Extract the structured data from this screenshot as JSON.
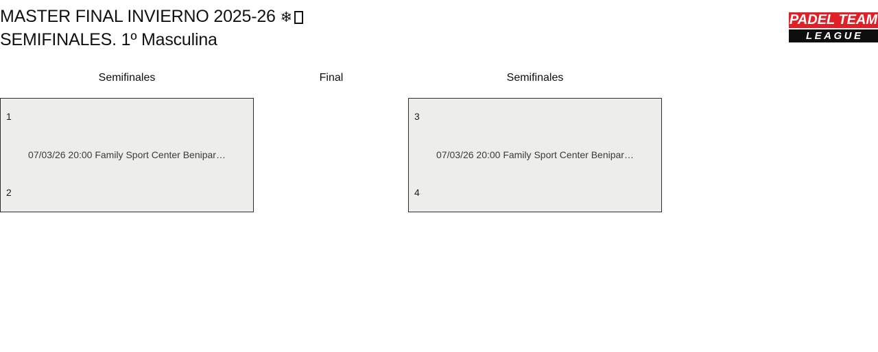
{
  "header": {
    "title_line1": "MASTER FINAL INVIERNO 2025-26 ",
    "title_snowflake": "❄",
    "title_line2": "SEMIFINALES. 1º Masculina",
    "logo": {
      "top_text": "PADEL TEAM",
      "bottom_text": "LEAGUE",
      "red": "#e01f26",
      "black": "#0e0e0e"
    }
  },
  "bracket": {
    "rounds": [
      {
        "id": "semifinales-left",
        "title": "Semifinales"
      },
      {
        "id": "final",
        "title": "Final"
      },
      {
        "id": "semifinales-right",
        "title": "Semifinales"
      }
    ],
    "matches": [
      {
        "id": "match-1",
        "slot_top": "1",
        "slot_bottom": "2",
        "info": "07/03/26 20:00 Family Sport Center Benipar…"
      },
      {
        "id": "match-2",
        "slot_top": "3",
        "slot_bottom": "4",
        "info": "07/03/26 20:00 Family Sport Center Benipar…"
      }
    ]
  },
  "colors": {
    "box_fill": "#ededec",
    "box_border": "#2b2b2b",
    "page_background": "#ffffff",
    "text": "#111111"
  }
}
